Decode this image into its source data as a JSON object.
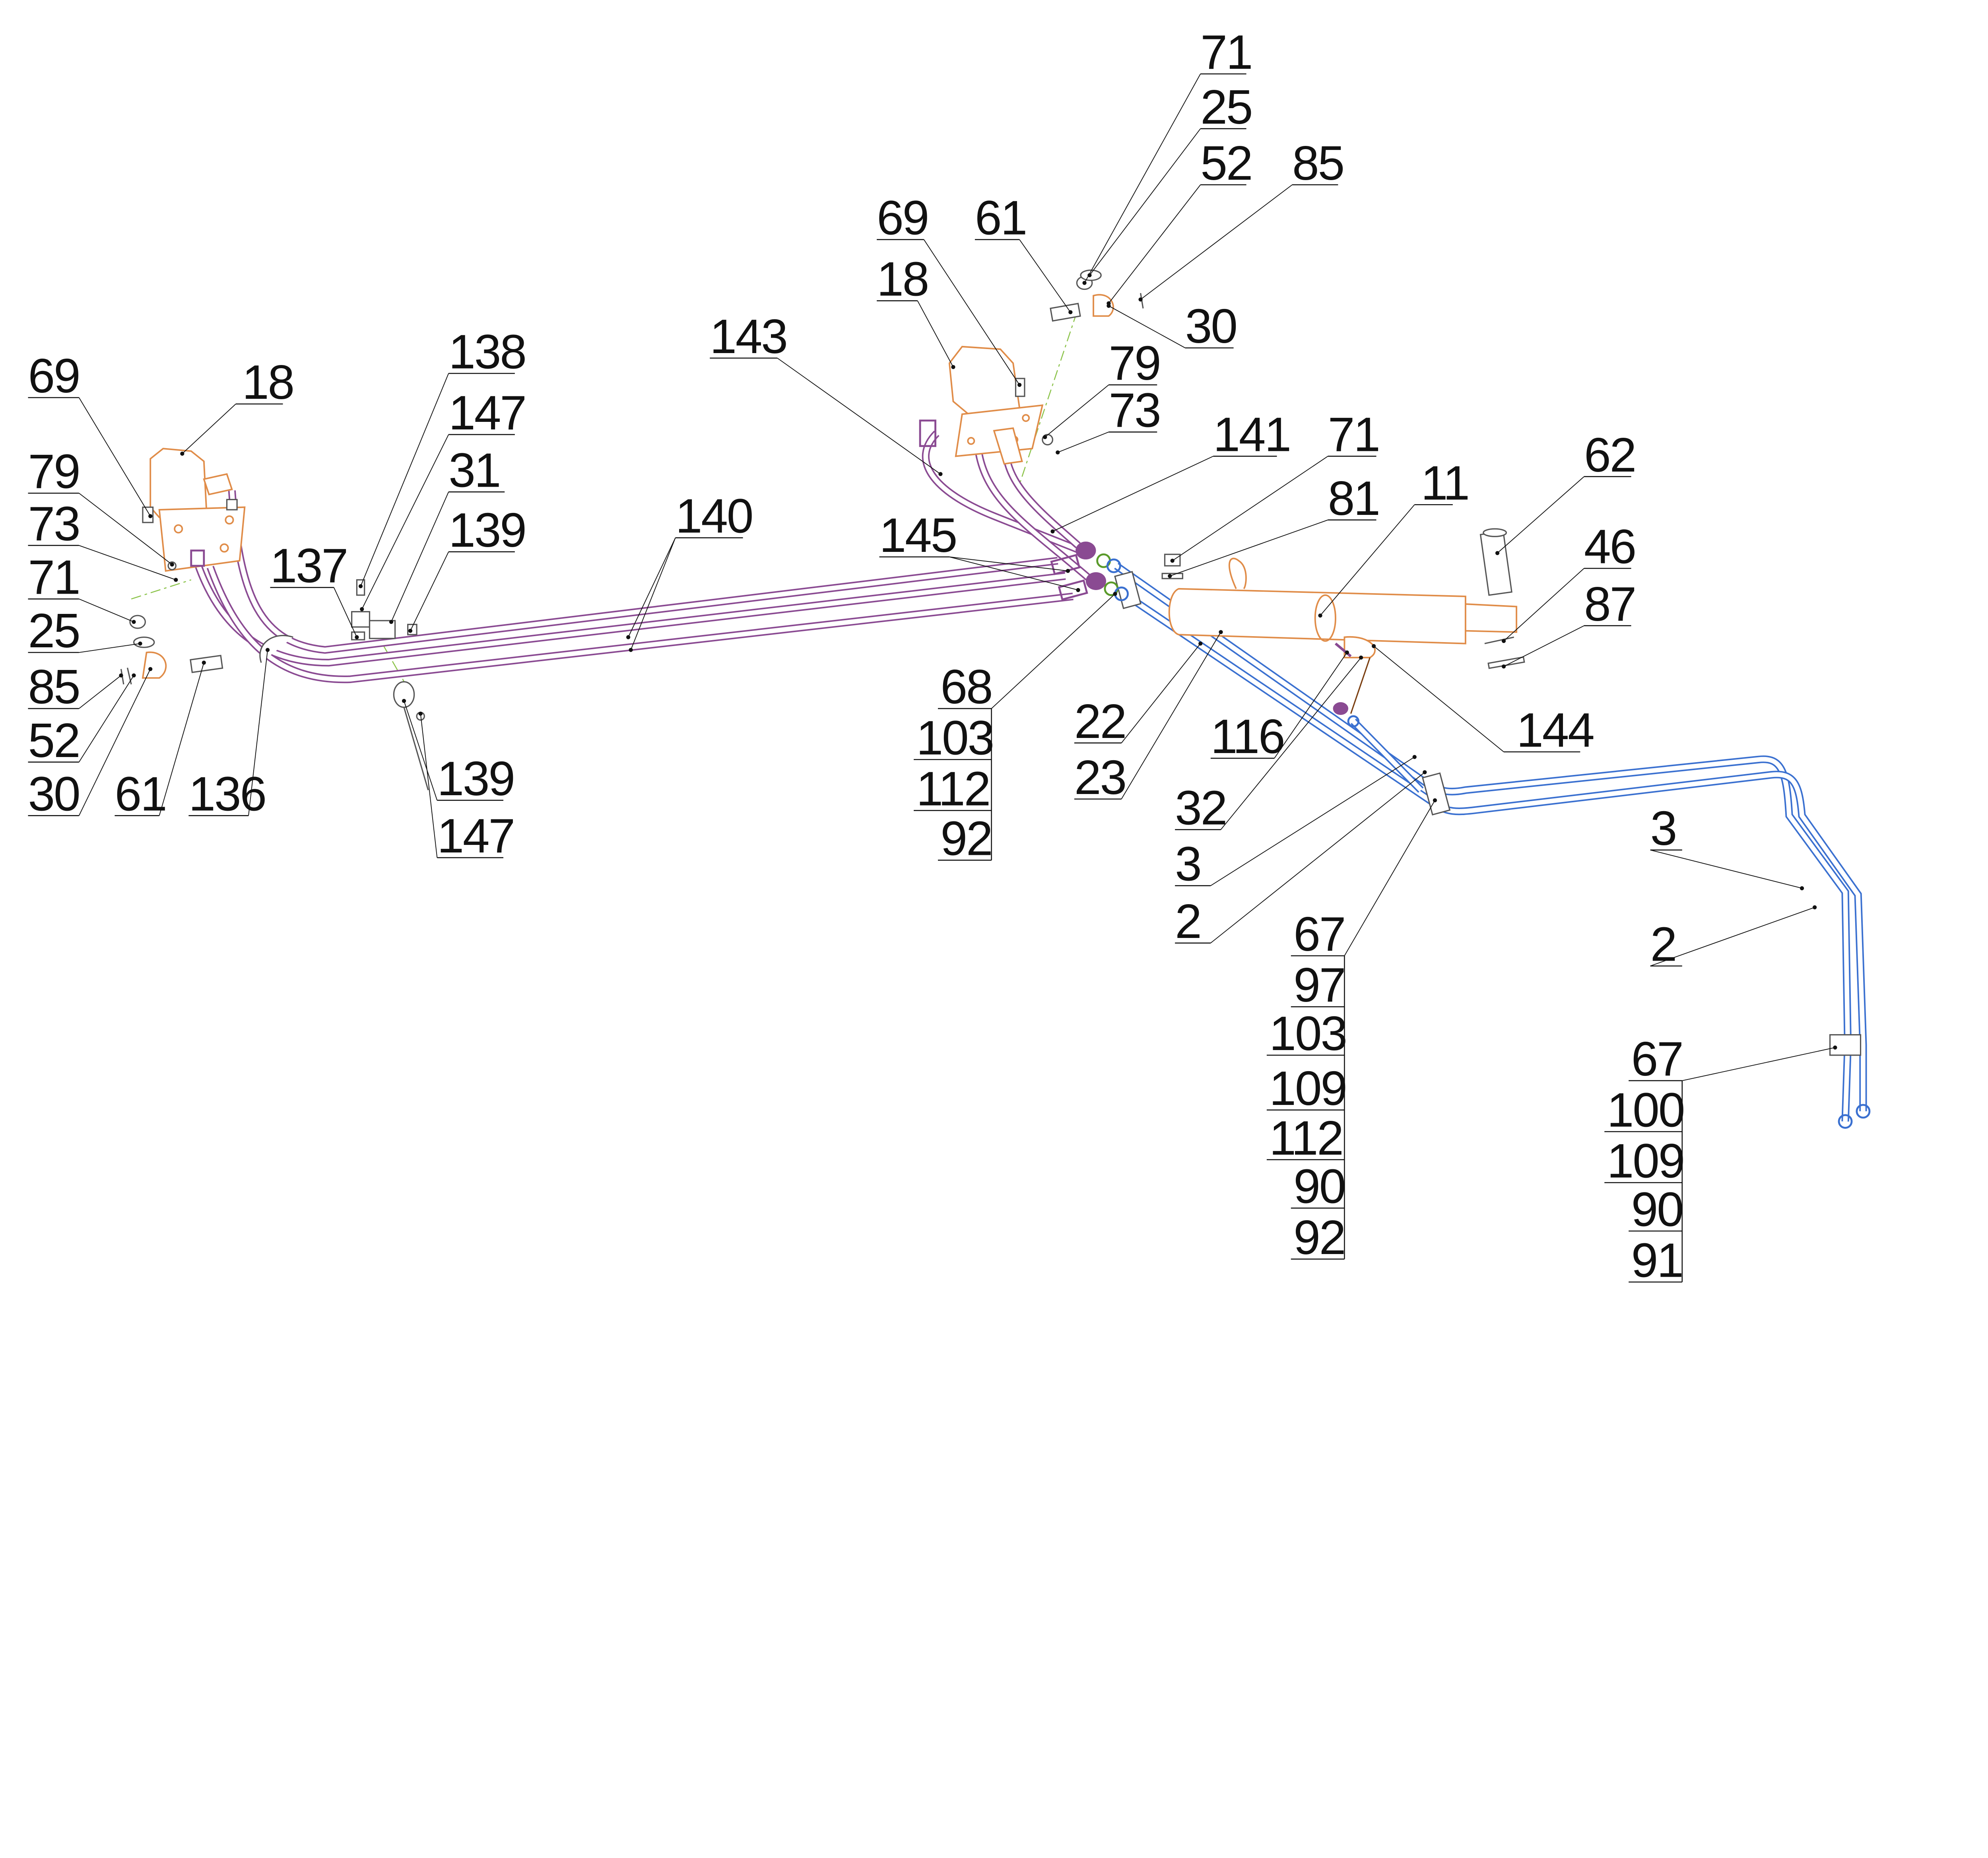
{
  "diagram": {
    "type": "exploded parts drawing - hydraulic hose layout",
    "colors": {
      "valve": "#e08c48",
      "hose": "#8a4a92",
      "tube": "#3a70d0",
      "fitting": "#5a9a2a",
      "hardware": "#555555",
      "leader": "#111111"
    },
    "callouts": [
      {
        "label": "69"
      },
      {
        "label": "18"
      },
      {
        "label": "79"
      },
      {
        "label": "73"
      },
      {
        "label": "71"
      },
      {
        "label": "25"
      },
      {
        "label": "85"
      },
      {
        "label": "52"
      },
      {
        "label": "30"
      },
      {
        "label": "61"
      },
      {
        "label": "136"
      },
      {
        "label": "137"
      },
      {
        "label": "138"
      },
      {
        "label": "147"
      },
      {
        "label": "31"
      },
      {
        "label": "139"
      },
      {
        "label": "140"
      },
      {
        "label": "139"
      },
      {
        "label": "147"
      },
      {
        "label": "69"
      },
      {
        "label": "18"
      },
      {
        "label": "61"
      },
      {
        "label": "71"
      },
      {
        "label": "25"
      },
      {
        "label": "52"
      },
      {
        "label": "85"
      },
      {
        "label": "30"
      },
      {
        "label": "79"
      },
      {
        "label": "73"
      },
      {
        "label": "143"
      },
      {
        "label": "141"
      },
      {
        "label": "71"
      },
      {
        "label": "81"
      },
      {
        "label": "11"
      },
      {
        "label": "62"
      },
      {
        "label": "46"
      },
      {
        "label": "87"
      },
      {
        "label": "145"
      },
      {
        "label": "22"
      },
      {
        "label": "23"
      },
      {
        "label": "116"
      },
      {
        "label": "32"
      },
      {
        "label": "144"
      },
      {
        "label": "3"
      },
      {
        "label": "2"
      },
      {
        "label": "3"
      },
      {
        "label": "2"
      }
    ],
    "stacks": [
      {
        "labels": [
          "68",
          "103",
          "112",
          "92"
        ]
      },
      {
        "labels": [
          "67",
          "97",
          "103",
          "109",
          "112",
          "90",
          "92"
        ]
      },
      {
        "labels": [
          "67",
          "100",
          "109",
          "90",
          "91"
        ]
      }
    ]
  }
}
